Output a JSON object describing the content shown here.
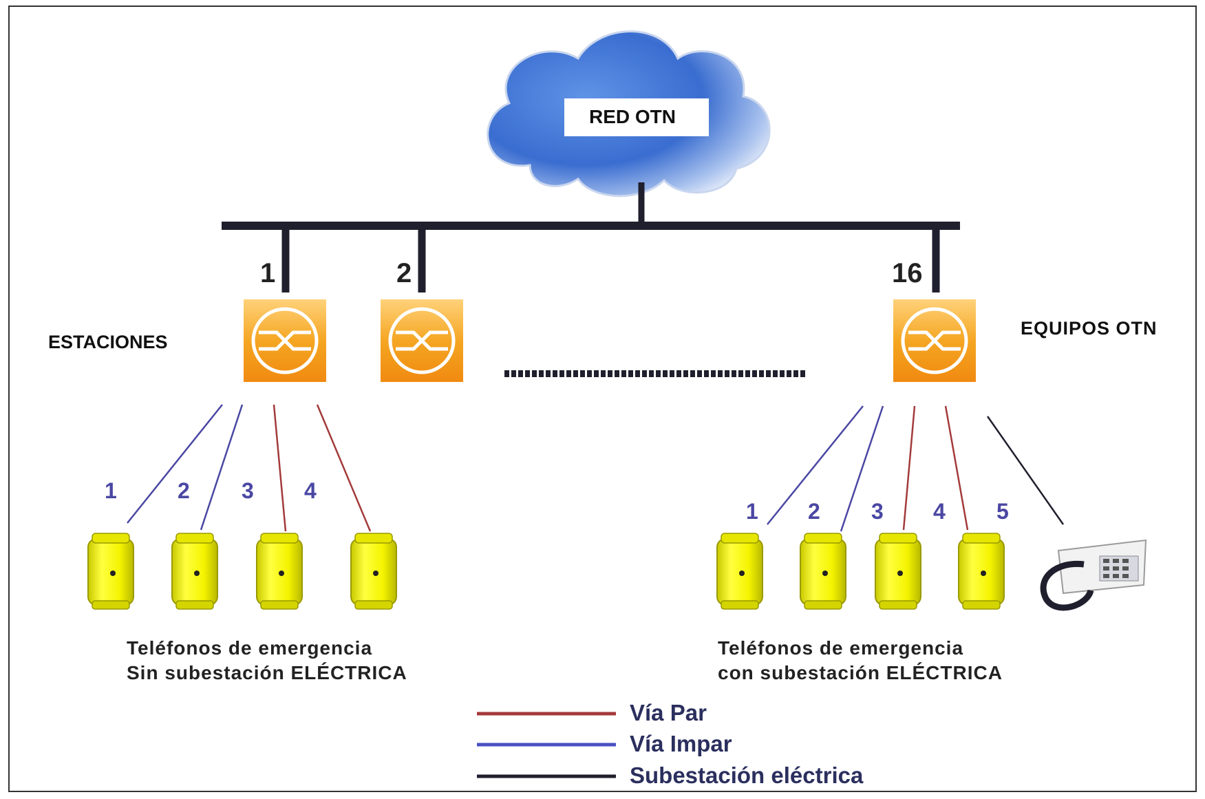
{
  "cloud": {
    "label": "RED OTN"
  },
  "stations_label": "ESTACIONES",
  "equipment_label": "EQUIPOS OTN",
  "stations": [
    {
      "number": "1"
    },
    {
      "number": "2"
    },
    {
      "number": "16"
    }
  ],
  "left_group": {
    "numbers": [
      "1",
      "2",
      "3",
      "4"
    ],
    "caption_line1": "Teléfonos de emergencia",
    "caption_line2": "Sin subestación ELÉCTRICA"
  },
  "right_group": {
    "numbers": [
      "1",
      "2",
      "3",
      "4",
      "5"
    ],
    "caption_line1": "Teléfonos de emergencia",
    "caption_line2": "con subestación ELÉCTRICA"
  },
  "legend": [
    {
      "label": "Vía Par",
      "color": "#a33a3a"
    },
    {
      "label": "Vía Impar",
      "color": "#4a4fc4"
    },
    {
      "label": "Subestación eléctrica",
      "color": "#1f1f2e"
    }
  ],
  "colors": {
    "via_par": "#a33a3a",
    "via_impar": "#4a47a3",
    "subestacion": "#1f1f2e",
    "otn_box": "#f5a623",
    "phone": "#ffff33",
    "cloud": "#3c6fd1"
  }
}
